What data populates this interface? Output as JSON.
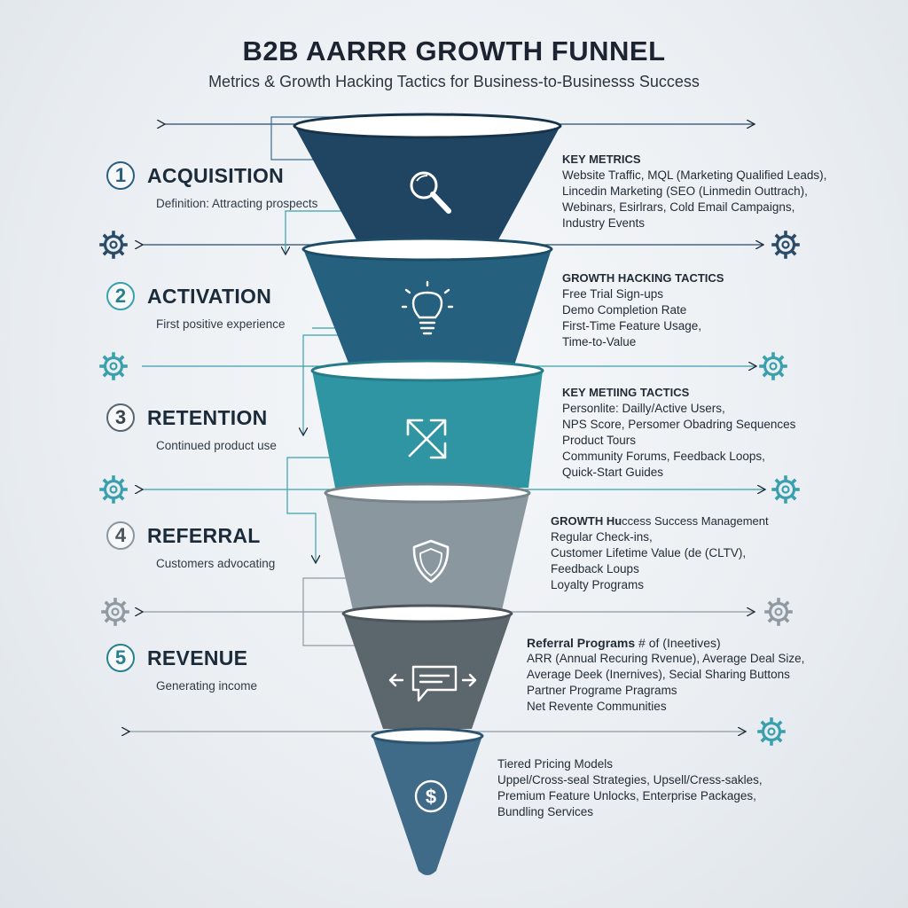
{
  "title": "B2B AARRR GROWTH FUNNEL",
  "subtitle": "Metrics & Growth Hacking Tactics for Business-to-Businesss Success",
  "colors": {
    "acquisition": "#1f4563",
    "activation": "#25607e",
    "retention": "#2f95a3",
    "referral": "#8a979f",
    "revenue": "#5c666d",
    "bottom": "#3f6a88"
  },
  "stages": [
    {
      "number": "1",
      "name": "ACQUISITION",
      "definition": "Definition: Attracting prospects",
      "icon": "magnifier-icon"
    },
    {
      "number": "2",
      "name": "ACTIVATION",
      "definition": "First positive experience",
      "icon": "lightbulb-icon"
    },
    {
      "number": "3",
      "name": "RETENTION",
      "definition": "Continued product use",
      "icon": "crossed-arrows-icon"
    },
    {
      "number": "4",
      "name": "REFERRAL",
      "definition": "Customers advocating",
      "icon": "shield-icon"
    },
    {
      "number": "5",
      "name": "REVENUE",
      "definition": "Generating income",
      "icon": "chat-bubble-icon"
    }
  ],
  "bottom_icon": "dollar-icon",
  "panels": [
    {
      "heading": "KEY METRICS",
      "heading_extra": "",
      "lines": [
        "Website Traffic, MQL (Marketing Qualified Leads),",
        "Lincedin Marketing (SEO (Linmedin Outtrach),",
        "Webinars, Esirlrars, Cold Email Campaigns,",
        "Industry Events"
      ]
    },
    {
      "heading": "GROWTH HACKING TACTICS",
      "heading_extra": "",
      "lines": [
        "Free Trial Sign-ups",
        "Demo Completion Rate",
        "First-Time Feature Usage,",
        "Time-to-Value"
      ]
    },
    {
      "heading": "KEY METIING TACTICS",
      "heading_extra": "",
      "lines": [
        "Personlite: Dailly/Active Users,",
        "NPS Score, Persomer Obadring Sequences",
        "Product Tours",
        "Community Forums, Feedback Loops,",
        "Quick-Start Guides"
      ]
    },
    {
      "heading": "GROWTH Hu",
      "heading_extra": "ccess Success Management",
      "lines": [
        "Regular Check-ins,",
        "Customer Lifetime Value (de (CLTV),",
        "Feedback Loups",
        "Loyalty Programs"
      ]
    },
    {
      "heading": "Referral Programs",
      "heading_extra": " # of (Ineetives)",
      "lines": [
        "ARR (Annual Recuring Rvenue), Average Deal Size,",
        "Average Deek (Inernives), Secial Sharing Buttons",
        "Partner Programe Pragrams",
        "Net Revente Communities"
      ]
    },
    {
      "heading": "",
      "heading_extra": "",
      "lines": [
        "Tiered Pricing Models",
        "Uppel/Cross-seal Strategies, Upsell/Cress-sakles,",
        "Premium Feature Unlocks,  Enterprise Packages,",
        "Bundling Services"
      ]
    }
  ]
}
